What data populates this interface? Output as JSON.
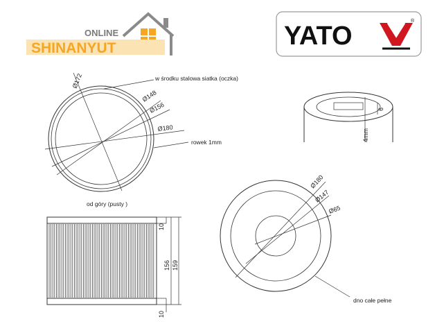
{
  "logo_left": {
    "line1": "ONLINE",
    "line2": "SHINANYUT",
    "color_gray": "#7a7a7a",
    "color_orange": "#f5a623"
  },
  "logo_right": {
    "text": "YATO",
    "registered": "®",
    "color_red": "#d0161e"
  },
  "top_view": {
    "d_outer": "Ø172",
    "d_148": "Ø148",
    "d_156": "Ø156",
    "d_180": "Ø180",
    "note_mesh": "w środku stalowa siatka (oczka)",
    "note_groove": "rowek 1mm",
    "caption": "od góry (pusty )"
  },
  "groove_detail": {
    "dim_6": "6",
    "dim_4mm": "4mm"
  },
  "side_view": {
    "dim_10_top": "10",
    "dim_156": "156",
    "dim_159": "159",
    "dim_10_bottom": "10"
  },
  "bottom_view": {
    "d_180": "Ø180",
    "d_147": "Ø147",
    "d_65": "Ø65",
    "caption": "dno całe pełne"
  }
}
